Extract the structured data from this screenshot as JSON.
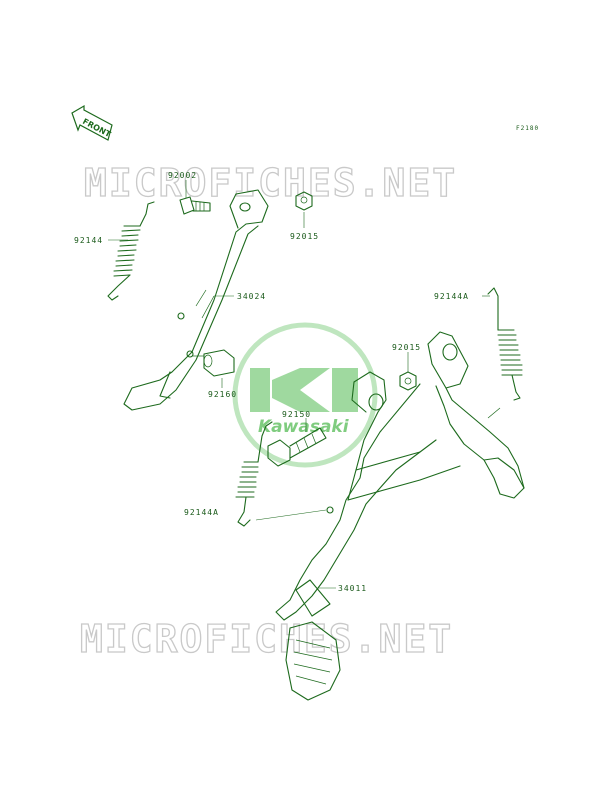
{
  "diagram": {
    "figure_code": "F2180",
    "front_label": "FRONT",
    "brand_label": "Kawasaki",
    "watermark": "MICROFICHES.NET",
    "parts": [
      {
        "id": "part-92002",
        "number": "92002"
      },
      {
        "id": "part-92015-top",
        "number": "92015"
      },
      {
        "id": "part-92144",
        "number": "92144"
      },
      {
        "id": "part-34024",
        "number": "34024"
      },
      {
        "id": "part-92144a-right",
        "number": "92144A"
      },
      {
        "id": "part-92015-mid",
        "number": "92015"
      },
      {
        "id": "part-92160",
        "number": "92160"
      },
      {
        "id": "part-92150",
        "number": "92150"
      },
      {
        "id": "part-92144a-left",
        "number": "92144A"
      },
      {
        "id": "part-34011",
        "number": "34011"
      }
    ]
  },
  "colors": {
    "line": "#1d6a1d",
    "logo": "#7fcc7f",
    "watermark": "#c9c9c9"
  }
}
